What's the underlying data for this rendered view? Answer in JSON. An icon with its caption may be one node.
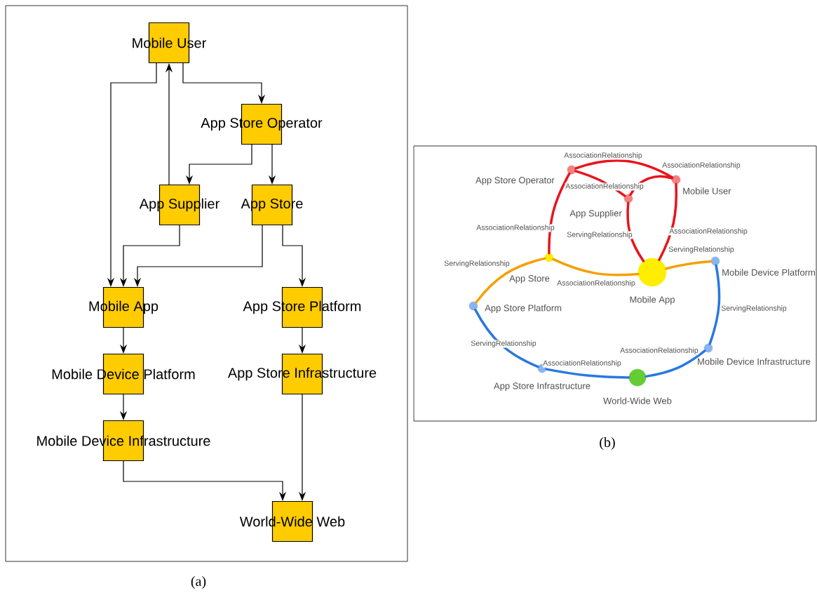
{
  "diagram": {
    "nodes": [
      {
        "text": [
          "Mobile User"
        ]
      },
      {
        "text": [
          "App Store Operator"
        ]
      },
      {
        "text": [
          "App Supplier"
        ]
      },
      {
        "text": [
          "App Store"
        ]
      },
      {
        "text": [
          "Mobile App"
        ]
      },
      {
        "text": [
          "App Store Platform"
        ]
      },
      {
        "text": [
          "Mobile Device Platform"
        ]
      },
      {
        "text": [
          "App Store Infrastructure"
        ]
      },
      {
        "text": [
          "Mobile Device Infrastructure"
        ]
      },
      {
        "text": [
          "World-Wide Web"
        ]
      },
      {
        "text": [],
        "shape": "circle",
        "beside": [
          "App Store Operator"
        ]
      },
      {
        "text": [],
        "shape": "circle",
        "beside": [
          "Mobile User"
        ]
      },
      {
        "text": [],
        "shape": "circle",
        "beside": [
          "App Supplier"
        ]
      },
      {
        "text": [],
        "shape": "circle",
        "beside": [
          "App Store"
        ]
      },
      {
        "text": [],
        "shape": "circle",
        "beside": [
          "Mobile App"
        ]
      },
      {
        "text": [],
        "shape": "circle",
        "beside": [
          "Mobile Device Platform"
        ]
      },
      {
        "text": [],
        "shape": "circle",
        "beside": [
          "App Store Platform"
        ]
      },
      {
        "text": [],
        "shape": "circle",
        "beside": [
          "Mobile Device Infrastructure"
        ]
      },
      {
        "text": [],
        "shape": "circle",
        "beside": [
          "App Store Infrastructure"
        ]
      },
      {
        "text": [],
        "shape": "circle",
        "beside": [
          "World-Wide Web"
        ]
      }
    ],
    "edges": [
      {
        "from": 0,
        "to": 4,
        "arrow": "to"
      },
      {
        "from": 0,
        "to": 1,
        "arrow": "to"
      },
      {
        "from": 2,
        "to": 0,
        "arrow": "to"
      },
      {
        "from": 1,
        "to": 2,
        "arrow": "to"
      },
      {
        "from": 1,
        "to": 3,
        "arrow": "to"
      },
      {
        "from": 2,
        "to": 4,
        "arrow": "to"
      },
      {
        "from": 3,
        "to": 4,
        "arrow": "to"
      },
      {
        "from": 3,
        "to": 5,
        "arrow": "to"
      },
      {
        "from": 4,
        "to": 6,
        "arrow": "to"
      },
      {
        "from": 5,
        "to": 7,
        "arrow": "to"
      },
      {
        "from": 6,
        "to": 8,
        "arrow": "to"
      },
      {
        "from": 8,
        "to": 9,
        "arrow": "to"
      },
      {
        "from": 7,
        "to": 9,
        "arrow": "to"
      },
      {
        "from": 10,
        "to": 11,
        "arrow": "none",
        "label": "AssociationRelationship",
        "style": "thick",
        "color": "#e8141c"
      },
      {
        "from": 10,
        "to": 12,
        "arrow": "none",
        "label": "AssociationRelationship",
        "style": "thick",
        "color": "#e8141c"
      },
      {
        "from": 10,
        "to": 13,
        "arrow": "none",
        "label": "AssociationRelationship",
        "style": "thick",
        "color": "#e8141c"
      },
      {
        "from": 12,
        "to": 11,
        "arrow": "none",
        "label": "AssociationRelationship",
        "style": "thick",
        "color": "#e8141c"
      },
      {
        "from": 12,
        "to": 14,
        "arrow": "none",
        "label": "ServingRelationship",
        "style": "thick",
        "color": "#e8141c"
      },
      {
        "from": 11,
        "to": 14,
        "arrow": "none",
        "label": "AssociationRelationship",
        "style": "thick",
        "color": "#e8141c"
      },
      {
        "from": 13,
        "to": 14,
        "arrow": "none",
        "label": "AssociationRelationship",
        "style": "thick",
        "color": "#f5a000"
      },
      {
        "from": 13,
        "to": 16,
        "arrow": "none",
        "label": "ServingRelationship",
        "style": "thick",
        "color": "#f5a000"
      },
      {
        "from": 14,
        "to": 15,
        "arrow": "none",
        "label": "ServingRelationship",
        "style": "thick",
        "color": "#f5a000"
      },
      {
        "from": 15,
        "to": 17,
        "arrow": "none",
        "label": "ServingRelationship",
        "style": "thick",
        "color": "#2a78e0"
      },
      {
        "from": 16,
        "to": 18,
        "arrow": "none",
        "label": "ServingRelationship",
        "style": "thick",
        "color": "#2a78e0"
      },
      {
        "from": 18,
        "to": 19,
        "arrow": "none",
        "label": "AssociationRelationship",
        "style": "thick",
        "color": "#2a78e0"
      },
      {
        "from": 17,
        "to": 19,
        "arrow": "none",
        "label": "AssociationRelationship",
        "style": "thick",
        "color": "#2a78e0"
      }
    ],
    "labels": [
      "(a)",
      "(b)"
    ]
  }
}
